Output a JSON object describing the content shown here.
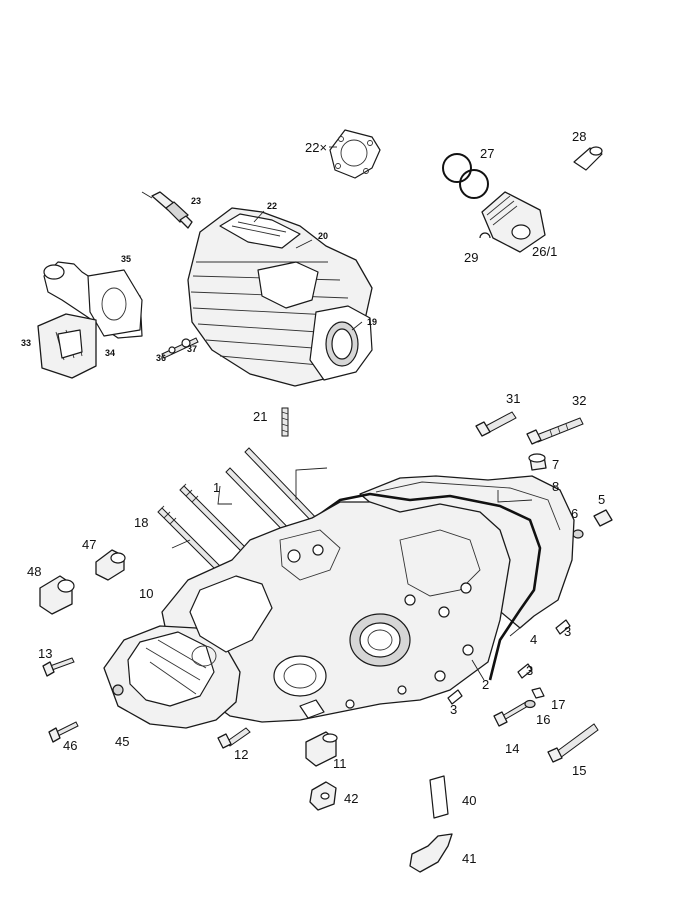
{
  "labels": {
    "l1": "1",
    "l2": "2",
    "l3a": "3",
    "l3b": "3",
    "l3c": "3",
    "l4": "4",
    "l5": "5",
    "l6": "6",
    "l7": "7",
    "l8": "8",
    "l10": "10",
    "l11": "11",
    "l12": "12",
    "l13": "13",
    "l14": "14",
    "l15": "15",
    "l16": "16",
    "l17": "17",
    "l18": "18",
    "l19": "19",
    "l20": "20",
    "l21": "21",
    "l22": "22",
    "l22x": "22×",
    "l23": "23",
    "l26": "26/1",
    "l27": "27",
    "l28": "28",
    "l29": "29",
    "l31": "31",
    "l32": "32",
    "l33": "33",
    "l34": "34",
    "l35": "35",
    "l36": "36",
    "l37": "37",
    "l40": "40",
    "l41": "41",
    "l42": "42",
    "l45": "45",
    "l46": "46",
    "l47": "47",
    "l48": "48"
  }
}
